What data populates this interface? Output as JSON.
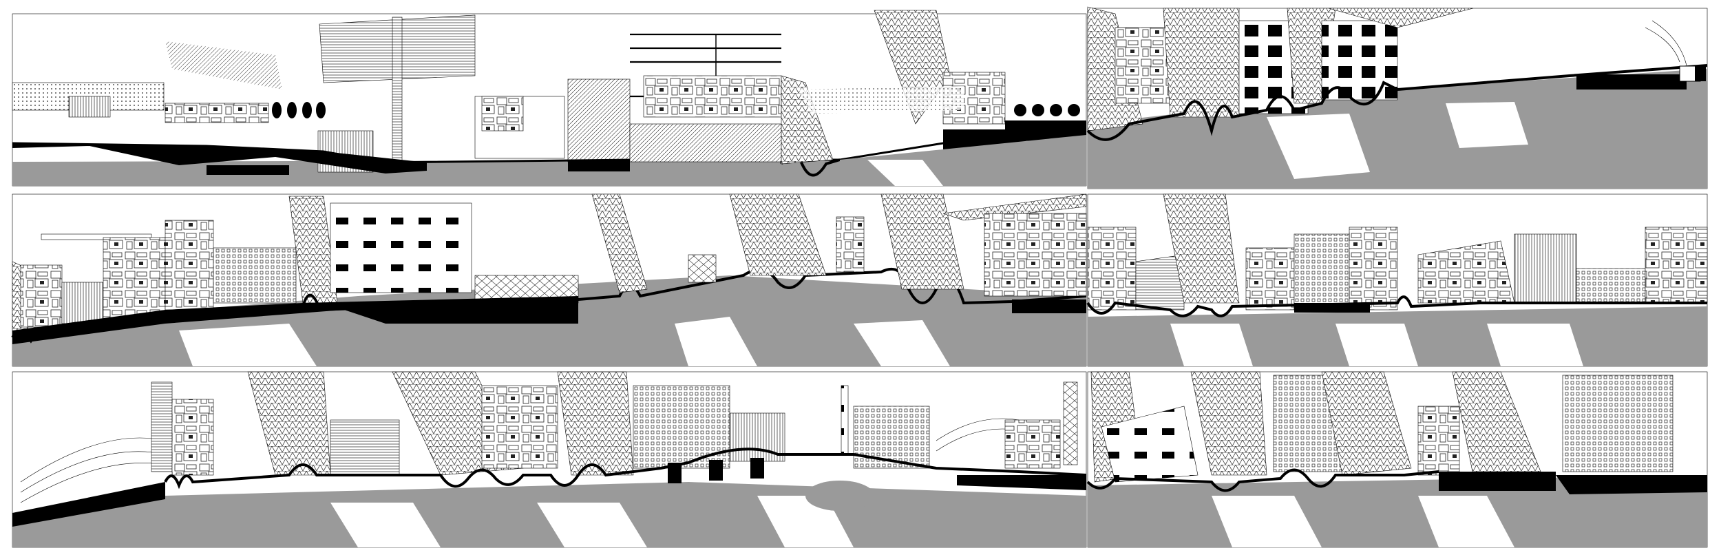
{
  "figure": {
    "kind": "architectural-section-collage",
    "rows": 3,
    "panels_per_row": 2,
    "palette": {
      "background": "#ffffff",
      "ink": "#000000",
      "shadow": "#9a9a9a",
      "hatch": "#333333"
    },
    "motifs": [
      "ground-line",
      "shadow-mass",
      "hatched-slab",
      "grid-facade",
      "wave-terrain",
      "dot-row"
    ]
  }
}
